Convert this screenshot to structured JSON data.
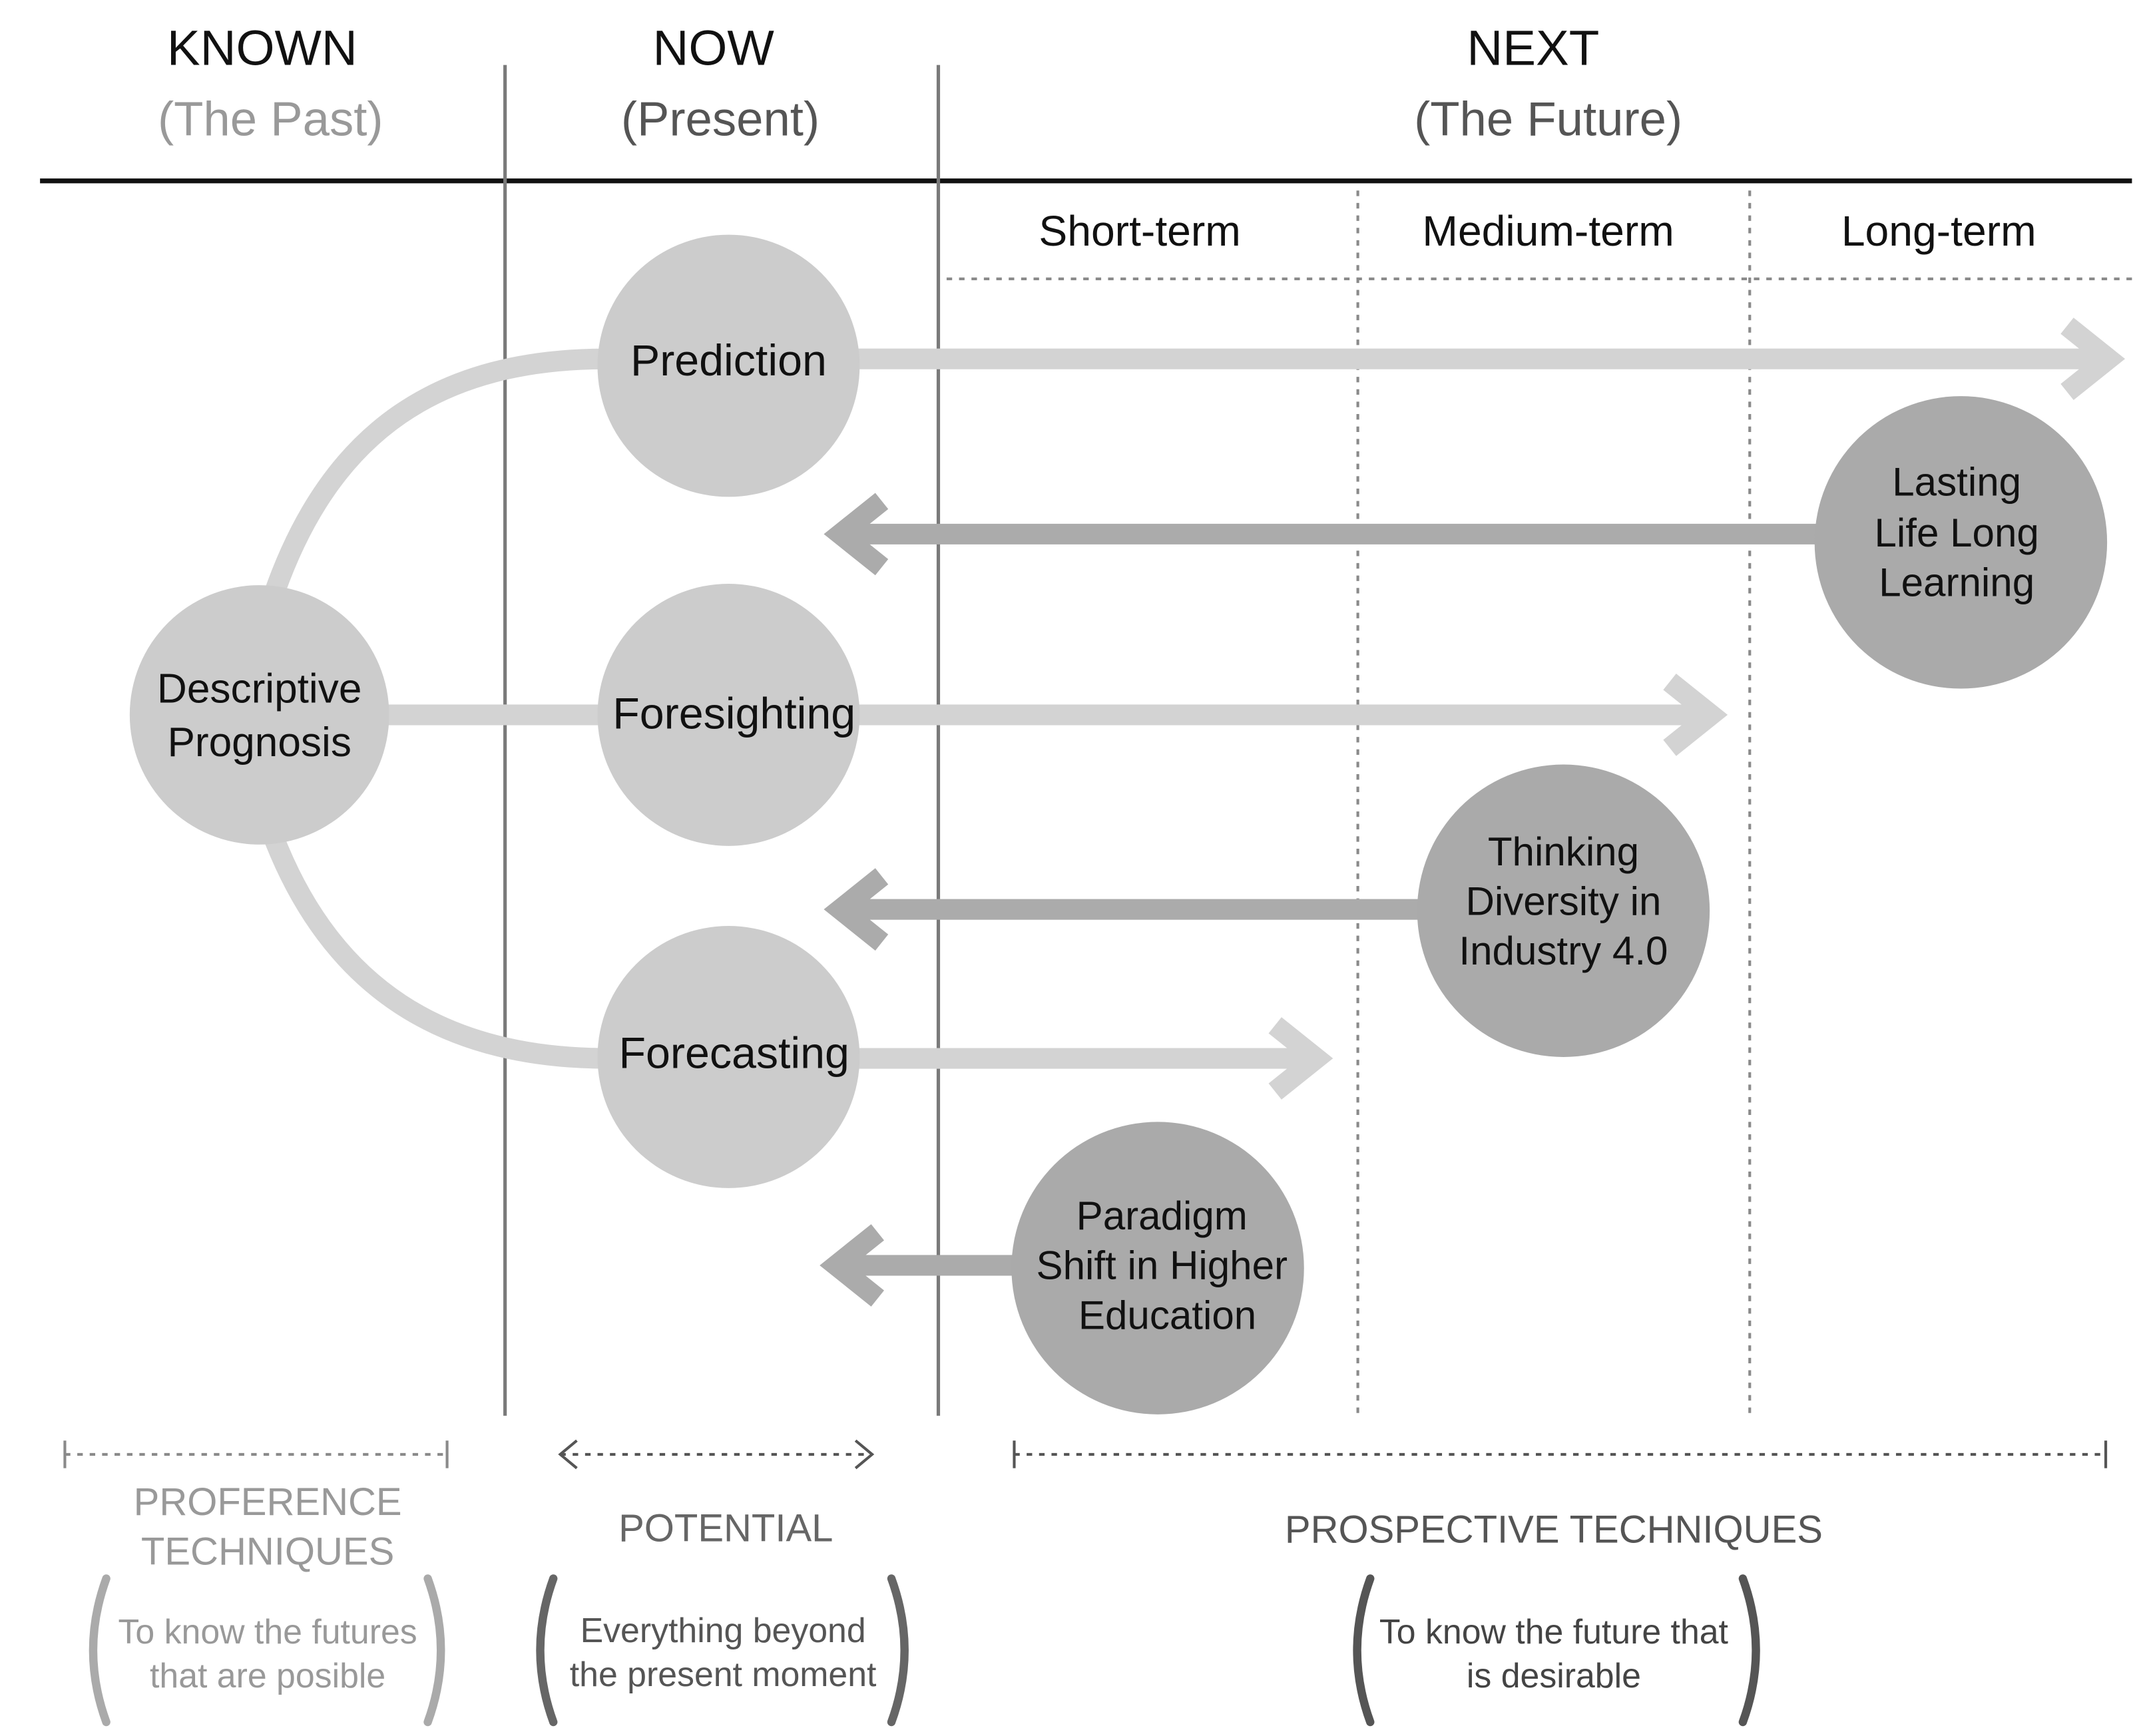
{
  "header": {
    "known": {
      "title": "KNOWN",
      "subtitle": "(The Past)"
    },
    "now": {
      "title": "NOW",
      "subtitle": "(Present)"
    },
    "next": {
      "title": "NEXT",
      "subtitle": "(The Future)"
    }
  },
  "terms": {
    "short": "Short-term",
    "medium": "Medium-term",
    "long": "Long-term"
  },
  "nodes": {
    "descriptive": {
      "line1": "Descriptive",
      "line2": "Prognosis"
    },
    "prediction": "Prediction",
    "foresighting": "Foresighting",
    "forecasting": "Forecasting",
    "lasting": {
      "line1": "Lasting",
      "line2": "Life Long",
      "line3": "Learning"
    },
    "thinking": {
      "line1": "Thinking",
      "line2": "Diversity in",
      "line3": "Industry 4.0"
    },
    "paradigm": {
      "line1": "Paradigm",
      "line2": "Shift in Higher",
      "line3": "Education"
    }
  },
  "footer": {
    "proference": {
      "line1": "PROFERENCE",
      "line2": "TECHNIQUES",
      "note1": "To know the futures",
      "note2": "that are posible"
    },
    "potential": {
      "label": "POTENTIAL",
      "note1": "Everything beyond",
      "note2": "the present moment"
    },
    "prospective": {
      "label": "PROSPECTIVE TECHNIQUES",
      "note1": "To know the future that",
      "note2": "is desirable"
    }
  },
  "colors": {
    "light_fill": "#cccccc",
    "dark_fill": "#aaaaaa",
    "light_arrow": "#d3d3d3",
    "dark_arrow": "#ababab",
    "line": "#7a7a7a",
    "dotted": "#8a8a8a",
    "muted_text": "#999999",
    "mid_text": "#666666",
    "dark_text": "#111111"
  }
}
